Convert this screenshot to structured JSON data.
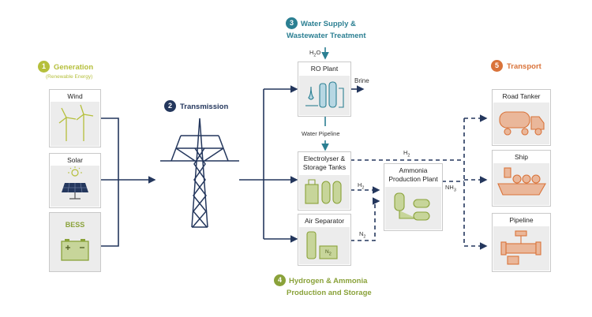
{
  "sections": {
    "generation": {
      "num": "1",
      "title": "Generation",
      "subtitle": "(Renewable Energy)",
      "color": "#b5bf3b"
    },
    "transmission": {
      "num": "2",
      "title": "Transmission",
      "color": "#24375d"
    },
    "water": {
      "num": "3",
      "title_line1": "Water Supply &",
      "title_line2": "Wastewater Treatment",
      "color": "#2b7f92"
    },
    "hydrogen": {
      "num": "4",
      "title_line1": "Hydrogen & Ammonia",
      "title_line2": "Production and Storage",
      "color": "#8aa23a"
    },
    "transport": {
      "num": "5",
      "title": "Transport",
      "color": "#d9733a"
    }
  },
  "generation_boxes": {
    "wind": "Wind",
    "solar": "Solar",
    "bess": "BESS"
  },
  "water_boxes": {
    "ro_plant": "RO Plant",
    "h2o": "H",
    "h2o_sub": "2",
    "h2o_o": "O",
    "brine": "Brine",
    "water_pipeline": "Water Pipeline"
  },
  "production_boxes": {
    "electrolyser_line1": "Electrolyser &",
    "electrolyser_line2": "Storage Tanks",
    "air_separator": "Air Separator",
    "n2_tag": "N",
    "n2_tag_sub": "2",
    "ammonia_line1": "Ammonia",
    "ammonia_line2": "Production Plant"
  },
  "flow_labels": {
    "h2_top": "H",
    "h2_top_sub": "2",
    "h2_side": "H",
    "h2_side_sub": "2",
    "n2": "N",
    "n2_sub": "2",
    "nh3": "NH",
    "nh3_sub": "3"
  },
  "transport_boxes": {
    "road_tanker": "Road Tanker",
    "ship": "Ship",
    "pipeline": "Pipeline"
  },
  "colors": {
    "line": "#24375d",
    "box_border": "#c9c9c9",
    "art_bg": "#ececec",
    "icon_blue": "#b7d7e3",
    "icon_green": "#c7d59a",
    "icon_orange": "#eab79a"
  }
}
